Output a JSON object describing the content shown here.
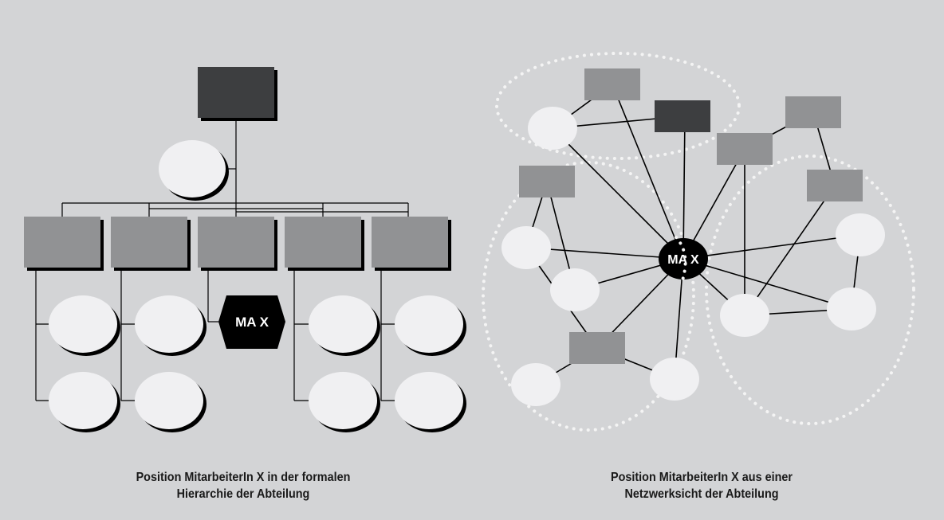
{
  "colors": {
    "background": "#d3d4d6",
    "dark_box": "#3d3e40",
    "grey_box": "#919294",
    "ellipse": "#f0f0f2",
    "shadow": "#000000",
    "focus_node": "#000000",
    "line": "#000000",
    "dotted_cluster": "#f4f4f4"
  },
  "focus_label": "MA X",
  "captions": {
    "left": {
      "line1": "Position MitarbeiterIn X in der formalen",
      "line2": "Hierarchie der Abteilung"
    },
    "right": {
      "line1": "Position MitarbeiterIn X aus einer",
      "line2": "Netzwerksicht der Abteilung"
    }
  }
}
